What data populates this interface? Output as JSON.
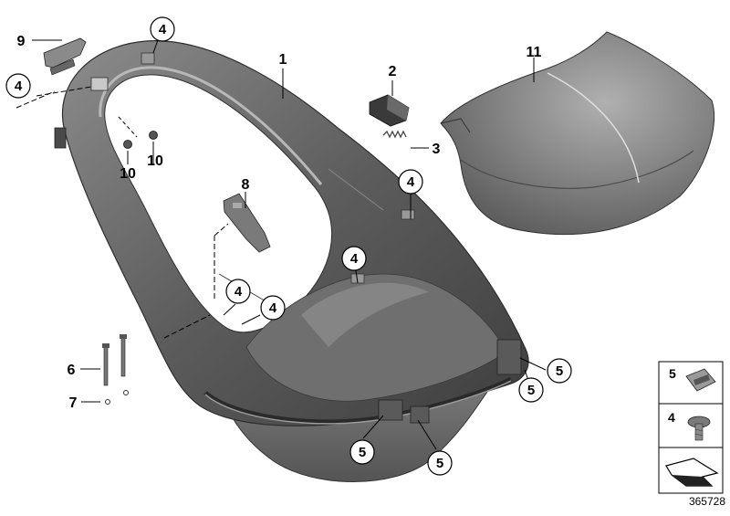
{
  "callouts": {
    "c1": "1",
    "c2": "2",
    "c3": "3",
    "c4": "4",
    "c5": "5",
    "c6": "6",
    "c7": "7",
    "c8": "8",
    "c9": "9",
    "c10": "10",
    "c11": "11"
  },
  "legend": {
    "item_a": "5",
    "item_b": "4"
  },
  "diagram_number": "365728",
  "colors": {
    "part_dark": "#5a5a5a",
    "part_mid": "#7a7a7a",
    "part_light": "#a8a8a8",
    "line": "#000000"
  }
}
